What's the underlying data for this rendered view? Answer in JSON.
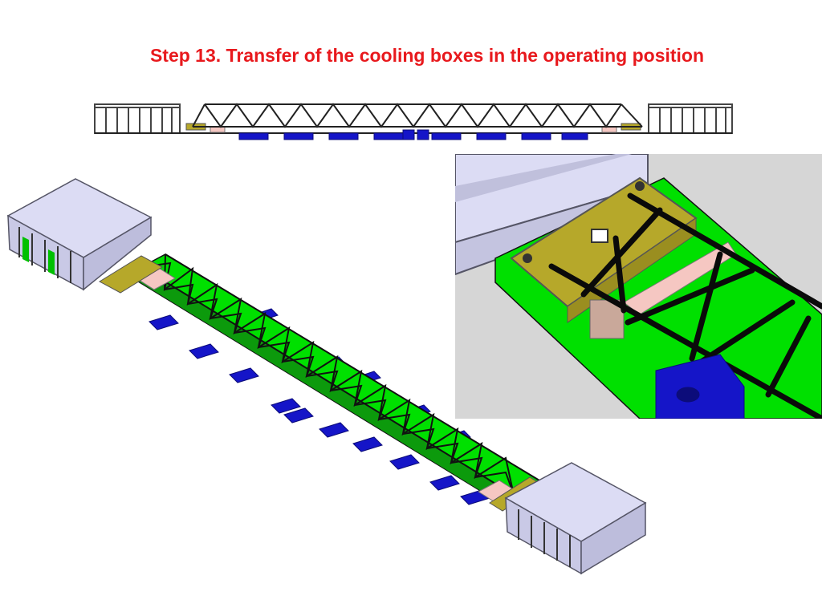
{
  "slide": {
    "title": "Step 13. Transfer of the cooling boxes in the operating position"
  },
  "colors": {
    "title": "#e8191d",
    "truss_fill": "#00e000",
    "truss_member": "#111111",
    "chord": "#0a0a0a",
    "box_top": "#dcdcf4",
    "box_side": "#c9c9e6",
    "box_edge": "#555566",
    "support_block": "#1515c8",
    "support_dark": "#0c0c7a",
    "bracket": "#b6a82a",
    "pad_pink": "#f5c7c2",
    "pad_brown": "#c9a89a",
    "detail_bg": "#d6d6d6"
  },
  "icons": [
    "side-elevation-drawing",
    "isometric-assembly-render",
    "bracket-detail-render"
  ]
}
